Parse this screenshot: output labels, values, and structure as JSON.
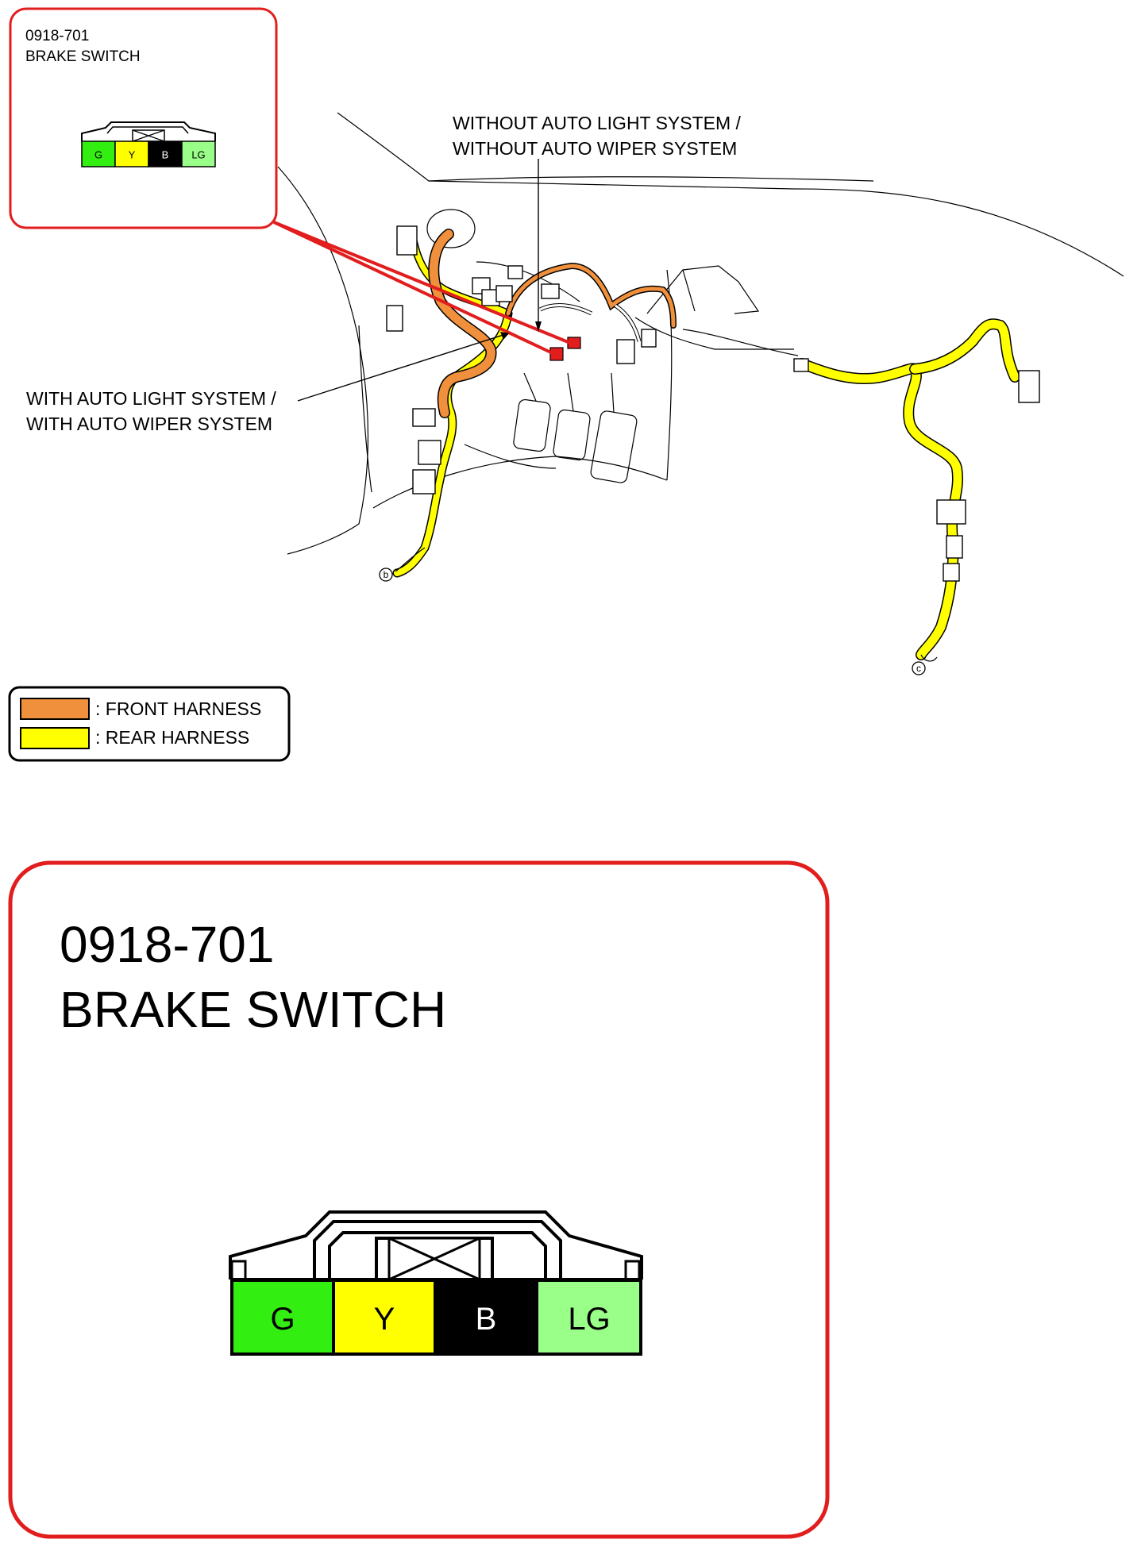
{
  "inset": {
    "code": "0918-701",
    "name": "BRAKE SWITCH",
    "pins": [
      {
        "label": "G",
        "color": "#33ee11",
        "text_color": "#000000"
      },
      {
        "label": "Y",
        "color": "#ffff00",
        "text_color": "#000000"
      },
      {
        "label": "B",
        "color": "#000000",
        "text_color": "#ffffff"
      },
      {
        "label": "LG",
        "color": "#99ff88",
        "text_color": "#000000"
      }
    ]
  },
  "callouts": {
    "without_line1": "WITHOUT AUTO LIGHT SYSTEM /",
    "without_line2": "WITHOUT AUTO WIPER SYSTEM",
    "with_line1": "WITH AUTO LIGHT SYSTEM /",
    "with_line2": "WITH AUTO WIPER SYSTEM",
    "marker_b": "b",
    "marker_c": "c"
  },
  "legend": {
    "items": [
      {
        "label": ": FRONT HARNESS",
        "color": "#f0903c"
      },
      {
        "label": ": REAR HARNESS",
        "color": "#ffff00"
      }
    ]
  },
  "detail": {
    "code": "0918-701",
    "name": "BRAKE SWITCH",
    "pins": [
      {
        "label": "G",
        "color": "#33ee11",
        "text_color": "#000000"
      },
      {
        "label": "Y",
        "color": "#ffff00",
        "text_color": "#000000"
      },
      {
        "label": "B",
        "color": "#000000",
        "text_color": "#ffffff"
      },
      {
        "label": "LG",
        "color": "#99ff88",
        "text_color": "#000000"
      }
    ]
  },
  "colors": {
    "frame": "#e21d1d",
    "front_harness": "#f0903c",
    "rear_harness": "#ffff00",
    "pointer": "#e21d1d"
  }
}
